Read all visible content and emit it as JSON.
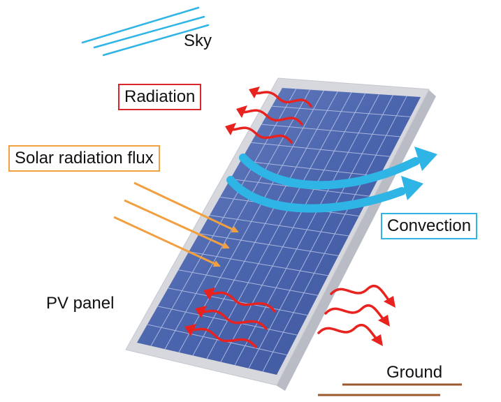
{
  "labels": {
    "sky": "Sky",
    "radiation": "Radiation",
    "solar_flux": "Solar radiation flux",
    "convection": "Convection",
    "pv_panel": "PV panel",
    "ground": "Ground"
  },
  "colors": {
    "sky_lines": "#2fb4e6",
    "radiation": "#e8231f",
    "radiation_box": "#d9262b",
    "solar": "#f0a040",
    "solar_box": "#f0a040",
    "convection": "#2fb4e6",
    "convection_box": "#2fb4e6",
    "panel_cells": "#3f5aa8",
    "panel_frame": "#d6d8de",
    "ground": "#9a5a2e"
  }
}
